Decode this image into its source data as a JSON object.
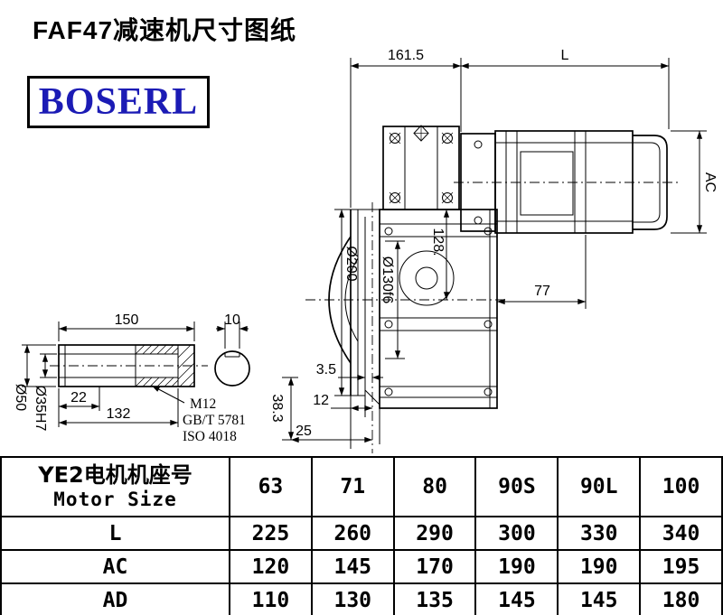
{
  "page": {
    "title": "FAF47减速机尺寸图纸",
    "logo": "BOSERL",
    "logo_color": "#1b1bb5"
  },
  "dims": {
    "w161": "161.5",
    "L": "L",
    "AC": "AC",
    "d200": "Ø200",
    "d130": "Ø130f6",
    "d128": "128.",
    "d77": "77",
    "d35gap": "3.5",
    "d12": "12",
    "d25": "25",
    "d383": "38.3",
    "d150": "150",
    "d10": "10",
    "d50": "Ø50",
    "d35": "Ø35H7",
    "d22": "22",
    "d132": "132",
    "m12": "M12",
    "gbt": "GB/T 5781",
    "iso": "ISO 4018"
  },
  "table": {
    "header": {
      "cn": "YE2电机机座号",
      "en": "Motor Size"
    },
    "sizes": [
      "63",
      "71",
      "80",
      "90S",
      "90L",
      "100"
    ],
    "rows": [
      {
        "label": "L",
        "values": [
          "225",
          "260",
          "290",
          "300",
          "330",
          "340"
        ]
      },
      {
        "label": "AC",
        "values": [
          "120",
          "145",
          "170",
          "190",
          "190",
          "195"
        ]
      },
      {
        "label": "AD",
        "values": [
          "110",
          "130",
          "135",
          "145",
          "145",
          "180"
        ]
      }
    ]
  }
}
